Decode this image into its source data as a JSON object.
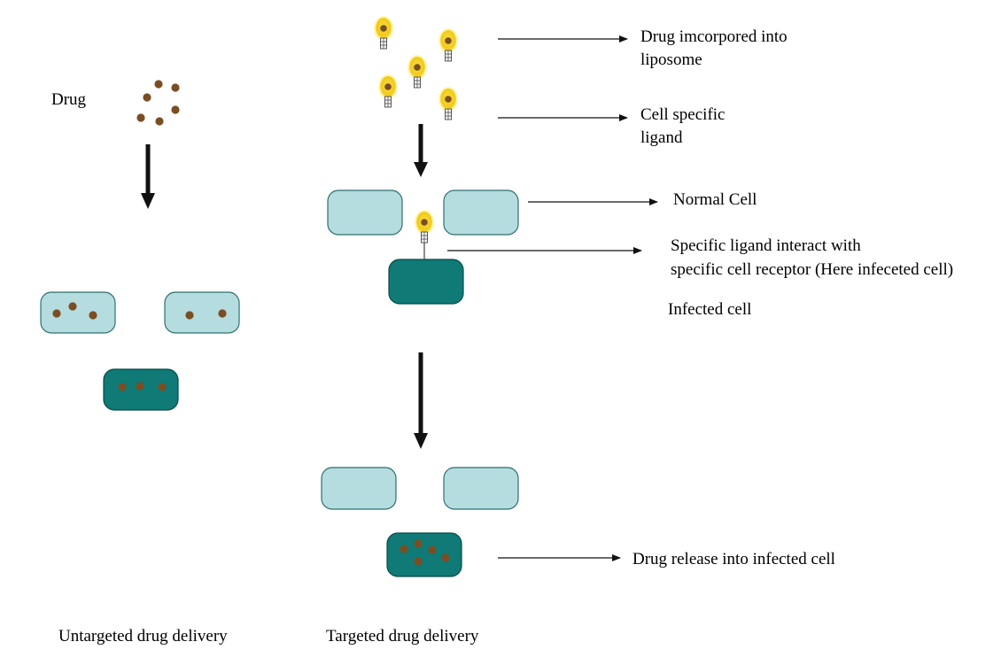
{
  "labels": {
    "drug": "Drug",
    "drug_incorporated_line1": "Drug imcorpored into",
    "drug_incorporated_line2": "liposome",
    "ligand_line1": "Cell specific",
    "ligand_line2": "ligand",
    "normal_cell": "Normal Cell",
    "interact_line1": "Specific ligand interact with",
    "interact_line2": "specific cell receptor (Here infeceted cell)",
    "infected_cell": "Infected cell",
    "drug_release": "Drug release into infected cell",
    "untargeted": "Untargeted drug delivery",
    "targeted": "Targeted drug delivery"
  },
  "colors": {
    "normal_cell_fill": "#b5dcde",
    "normal_cell_stroke": "#2f6f6f",
    "infected_cell_fill": "#0f7a76",
    "infected_cell_stroke": "#0a4a48",
    "drug_particle": "#7a4e22",
    "liposome_fill": "#f6dc3a",
    "liposome_glow": "#fff6b0",
    "ligand_fill": "#f4f4f4",
    "arrow": "#111111"
  }
}
